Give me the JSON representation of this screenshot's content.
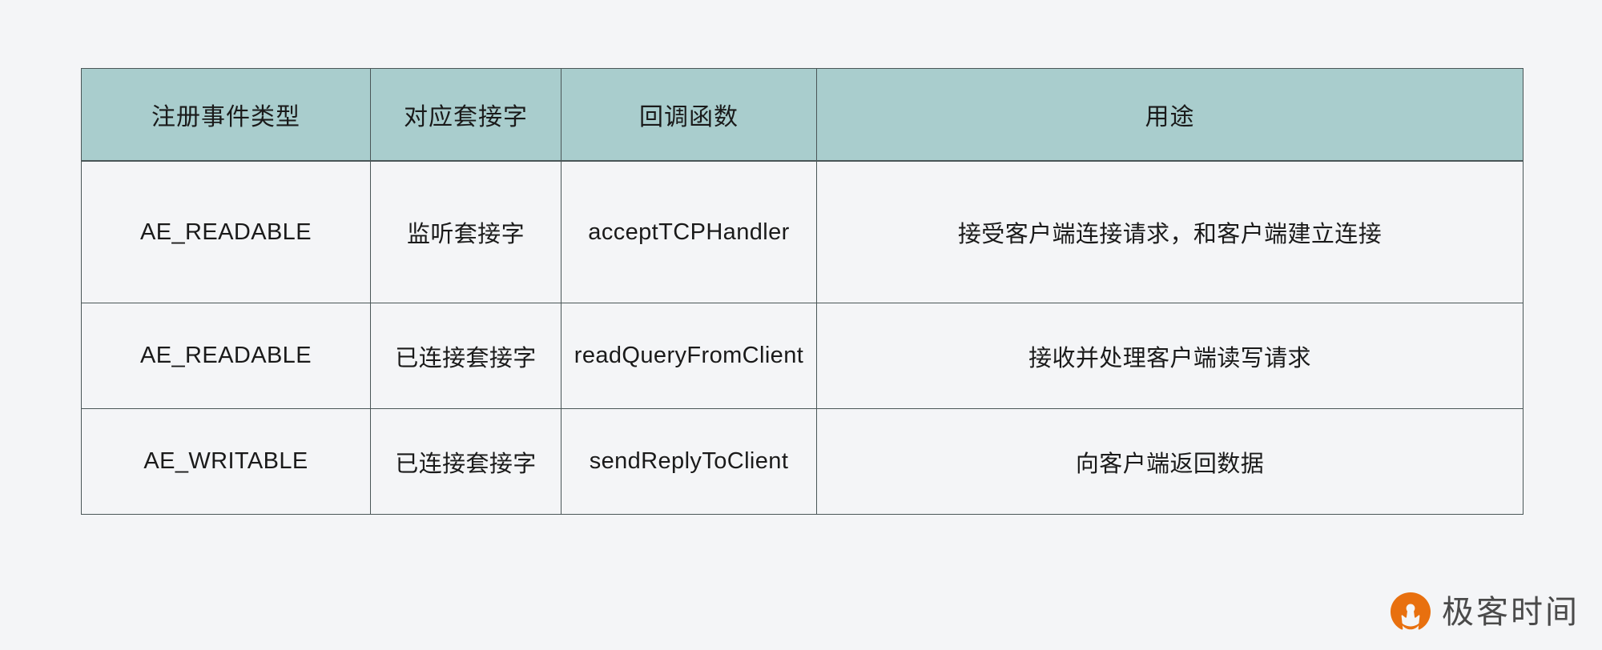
{
  "table": {
    "headers": [
      "注册事件类型",
      "对应套接字",
      "回调函数",
      "用途"
    ],
    "rows": [
      {
        "event_type": "AE_READABLE",
        "socket": "监听套接字",
        "callback": "acceptTCPHandler",
        "purpose": "接受客户端连接请求，和客户端建立连接"
      },
      {
        "event_type": "AE_READABLE",
        "socket": "已连接套接字",
        "callback": "readQueryFromClient",
        "purpose": "接收并处理客户端读写请求"
      },
      {
        "event_type": "AE_WRITABLE",
        "socket": "已连接套接字",
        "callback": "sendReplyToClient",
        "purpose": "向客户端返回数据"
      }
    ]
  },
  "watermark": {
    "brand": "极客时间",
    "mark_icon": "geekbang-logo-icon"
  },
  "colors": {
    "page_background": "#f4f5f7",
    "header_fill": "#a9cdcd",
    "border": "#4a5657",
    "text": "#1a1a1a",
    "brand_orange": "#e8700f",
    "watermark_text": "#4a4a4a"
  }
}
